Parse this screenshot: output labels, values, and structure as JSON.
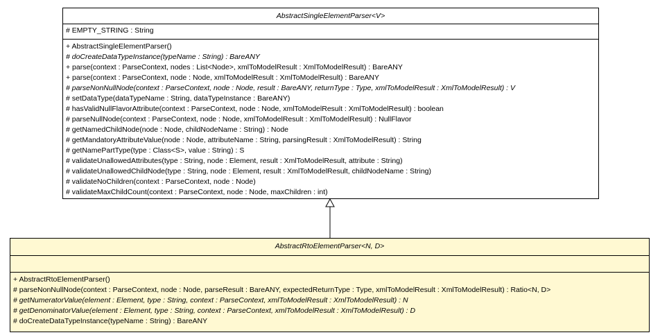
{
  "parent": {
    "name": "AbstractSingleElementParser<V>",
    "attributes": [
      {
        "text": "# EMPTY_STRING : String",
        "italic": false
      }
    ],
    "methods": [
      {
        "text": "+ AbstractSingleElementParser()",
        "italic": false
      },
      {
        "text": "# doCreateDataTypeInstance(typeName : String) : BareANY",
        "italic": true
      },
      {
        "text": "+ parse(context : ParseContext, nodes : List<Node>, xmlToModelResult : XmlToModelResult) : BareANY",
        "italic": false
      },
      {
        "text": "+ parse(context : ParseContext, node : Node, xmlToModelResult : XmlToModelResult) : BareANY",
        "italic": false
      },
      {
        "text": "# parseNonNullNode(context : ParseContext, node : Node, result : BareANY, returnType : Type, xmlToModelResult : XmlToModelResult) : V",
        "italic": true
      },
      {
        "text": "# setDataType(dataTypeName : String, dataTypeInstance : BareANY)",
        "italic": false
      },
      {
        "text": "# hasValidNullFlavorAttribute(context : ParseContext, node : Node, xmlToModelResult : XmlToModelResult) : boolean",
        "italic": false
      },
      {
        "text": "# parseNullNode(context : ParseContext, node : Node, xmlToModelResult : XmlToModelResult) : NullFlavor",
        "italic": false
      },
      {
        "text": "# getNamedChildNode(node : Node, childNodeName : String) : Node",
        "italic": false
      },
      {
        "text": "# getMandatoryAttributeValue(node : Node, attributeName : String, parsingResult : XmlToModelResult) : String",
        "italic": false
      },
      {
        "text": "# getNamePartType(type : Class<S>, value : String) : S",
        "italic": false
      },
      {
        "text": "# validateUnallowedAttributes(type : String, node : Element, result : XmlToModelResult, attribute : String)",
        "italic": false
      },
      {
        "text": "# validateUnallowedChildNode(type : String, node : Element, result : XmlToModelResult, childNodeName : String)",
        "italic": false
      },
      {
        "text": "# validateNoChildren(context : ParseContext, node : Node)",
        "italic": false
      },
      {
        "text": "# validateMaxChildCount(context : ParseContext, node : Node, maxChildren : int)",
        "italic": false
      }
    ]
  },
  "child": {
    "name": "AbstractRtoElementParser<N, D>",
    "attributes": [],
    "methods": [
      {
        "text": "+ AbstractRtoElementParser()",
        "italic": false
      },
      {
        "text": "# parseNonNullNode(context : ParseContext, node : Node, parseResult : BareANY, expectedReturnType : Type, xmlToModelResult : XmlToModelResult) : Ratio<N, D>",
        "italic": false
      },
      {
        "text": "# getNumeratorValue(element : Element, type : String, context : ParseContext, xmlToModelResult : XmlToModelResult) : N",
        "italic": true
      },
      {
        "text": "# getDenominatorValue(element : Element, type : String, context : ParseContext, xmlToModelResult : XmlToModelResult) : D",
        "italic": true
      },
      {
        "text": "# doCreateDataTypeInstance(typeName : String) : BareANY",
        "italic": false
      }
    ]
  },
  "colors": {
    "parent_bg": "#ffffff",
    "child_bg": "#fff9d2",
    "line": "#000000"
  }
}
